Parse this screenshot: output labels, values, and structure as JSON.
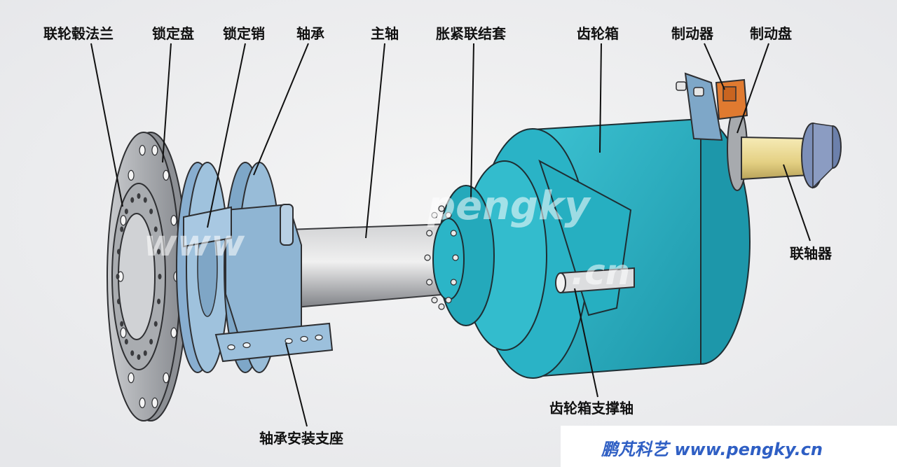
{
  "labels": {
    "hub_flange": "联轮毂法兰",
    "lock_disc": "锁定盘",
    "lock_pin": "锁定销",
    "bearing": "轴承",
    "main_shaft": "主轴",
    "shrink_disc": "胀紧联结套",
    "gearbox": "齿轮箱",
    "brake": "制动器",
    "brake_disc": "制动盘",
    "coupling": "联轴器",
    "gearbox_support": "齿轮箱支撑轴",
    "bearing_support": "轴承安装支座"
  },
  "brand": "鹏芃科艺 www.pengky.cn",
  "watermarks": [
    "www",
    "pengky",
    ".cn"
  ],
  "colors": {
    "gearbox": "#2ab3c6",
    "bearing_housing": "#8eb8d6",
    "shaft": "#a9abae",
    "flange": "#9a9da1",
    "brake": "#e07a30",
    "coupling_shaft": "#ecdb9a",
    "brand": "#2f5fc4"
  }
}
